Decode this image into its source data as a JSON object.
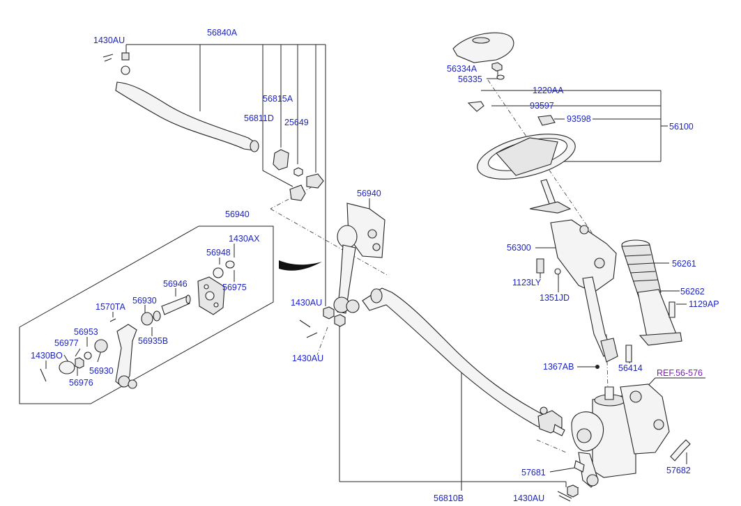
{
  "labels": {
    "l_1430au_top": "1430AU",
    "l_56840a": "56840A",
    "l_56815a": "56815A",
    "l_56811d": "56811D",
    "l_25649": "25649",
    "l_56940_mid": "56940",
    "l_56940_box": "56940",
    "l_1430ax": "1430AX",
    "l_56948": "56948",
    "l_56975": "56975",
    "l_56946": "56946",
    "l_56930_a": "56930",
    "l_56935b": "56935B",
    "l_1570ta": "1570TA",
    "l_56953": "56953",
    "l_56977": "56977",
    "l_1430bo": "1430BO",
    "l_56930_b": "56930",
    "l_56976": "56976",
    "l_1430au_mid": "1430AU",
    "l_1430au_mid2": "1430AU",
    "l_56334a": "56334A",
    "l_56335": "56335",
    "l_1220aa": "1220AA",
    "l_93597": "93597",
    "l_93598": "93598",
    "l_56100": "56100",
    "l_56300": "56300",
    "l_1123ly": "1123LY",
    "l_1351jd": "1351JD",
    "l_56261": "56261",
    "l_56262": "56262",
    "l_1129ap": "1129AP",
    "l_1367ab": "1367AB",
    "l_56414": "56414",
    "l_ref": "REF.56-576",
    "l_57681": "57681",
    "l_57682": "57682",
    "l_56810b": "56810B",
    "l_1430au_bot": "1430AU"
  }
}
